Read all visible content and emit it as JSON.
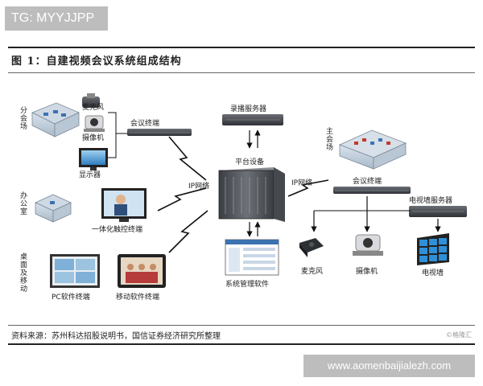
{
  "overlay": {
    "tag": "TG: MYYJJPP",
    "url": "www.aomenbaijialezh.com"
  },
  "figure": {
    "title": "图 1：自建视频会议系统组成结构",
    "source": "资料来源：苏州科达招股说明书，国信证券经济研究所整理",
    "brand": "©格隆汇"
  },
  "diagram": {
    "nodes": {
      "branch_venue": "分会场",
      "office": "办公室",
      "desktop_mobile": "桌面及移动",
      "microphone_left": "麦克风",
      "camera_left": "摄像机",
      "display": "显示器",
      "conf_terminal_left": "会议终端",
      "all_in_one": "一体化触控终端",
      "pc_terminal": "PC软件终端",
      "mobile_terminal": "移动软件终端",
      "ip_network_left": "IP网络",
      "recording_server": "录播服务器",
      "platform": "平台设备",
      "mgmt_software": "系统管理软件",
      "ip_network_right": "IP网络",
      "main_venue": "主会场",
      "conf_terminal_right": "会议终端",
      "video_wall_server": "电视墙服务器",
      "microphone_right": "麦克风",
      "camera_right": "摄像机",
      "video_wall": "电视墙"
    }
  }
}
